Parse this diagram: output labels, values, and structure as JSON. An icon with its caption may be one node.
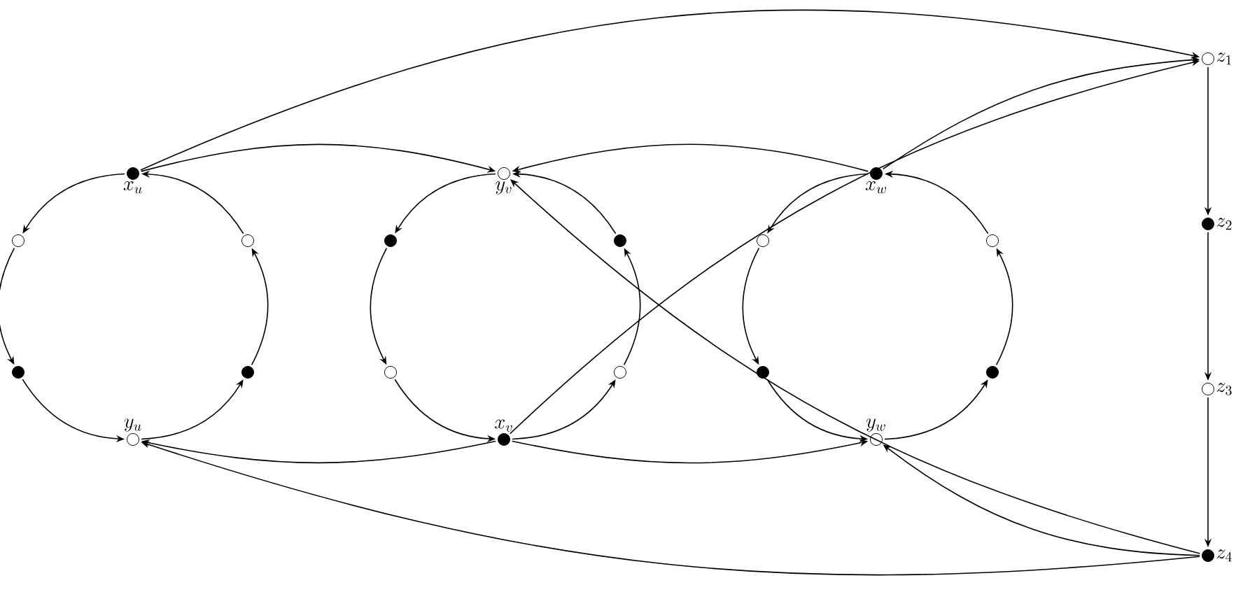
{
  "diagram": {
    "nodes": [
      {
        "text": [
          "x_u"
        ]
      },
      {
        "text": [],
        "shape": "circle"
      },
      {
        "text": [],
        "shape": "circle"
      },
      {
        "text": [],
        "shape": "circle"
      },
      {
        "text": [],
        "shape": "circle"
      },
      {
        "text": [
          "y_u"
        ]
      },
      {
        "text": [
          "y_v"
        ]
      },
      {
        "text": [],
        "shape": "circle"
      },
      {
        "text": [],
        "shape": "circle"
      },
      {
        "text": [],
        "shape": "circle"
      },
      {
        "text": [],
        "shape": "circle"
      },
      {
        "text": [
          "x_v"
        ]
      },
      {
        "text": [
          "x_w"
        ]
      },
      {
        "text": [],
        "shape": "circle"
      },
      {
        "text": [],
        "shape": "circle"
      },
      {
        "text": [],
        "shape": "circle"
      },
      {
        "text": [],
        "shape": "circle"
      },
      {
        "text": [
          "y_w"
        ]
      },
      {
        "text": [
          "z_1"
        ]
      },
      {
        "text": [
          "z_2"
        ]
      },
      {
        "text": [
          "z_3"
        ]
      },
      {
        "text": [
          "z_4"
        ]
      }
    ],
    "edges": [
      {
        "from": 0,
        "to": 1,
        "arrow": "to"
      },
      {
        "from": 1,
        "to": 3,
        "arrow": "to"
      },
      {
        "from": 3,
        "to": 5,
        "arrow": "to"
      },
      {
        "from": 5,
        "to": 4,
        "arrow": "to"
      },
      {
        "from": 4,
        "to": 2,
        "arrow": "to"
      },
      {
        "from": 2,
        "to": 0,
        "arrow": "to"
      },
      {
        "from": 6,
        "to": 7,
        "arrow": "to"
      },
      {
        "from": 7,
        "to": 9,
        "arrow": "to"
      },
      {
        "from": 9,
        "to": 11,
        "arrow": "to"
      },
      {
        "from": 11,
        "to": 10,
        "arrow": "to"
      },
      {
        "from": 10,
        "to": 8,
        "arrow": "to"
      },
      {
        "from": 8,
        "to": 6,
        "arrow": "to"
      },
      {
        "from": 12,
        "to": 13,
        "arrow": "to"
      },
      {
        "from": 13,
        "to": 15,
        "arrow": "to"
      },
      {
        "from": 15,
        "to": 17,
        "arrow": "to"
      },
      {
        "from": 17,
        "to": 16,
        "arrow": "to"
      },
      {
        "from": 16,
        "to": 14,
        "arrow": "to"
      },
      {
        "from": 14,
        "to": 12,
        "arrow": "to"
      },
      {
        "from": 18,
        "to": 19,
        "arrow": "to"
      },
      {
        "from": 19,
        "to": 20,
        "arrow": "to"
      },
      {
        "from": 20,
        "to": 21,
        "arrow": "to"
      },
      {
        "from": 0,
        "to": 18,
        "arrow": "to"
      },
      {
        "from": 0,
        "to": 6,
        "arrow": "to"
      },
      {
        "from": 11,
        "to": 18,
        "arrow": "to"
      },
      {
        "from": 12,
        "to": 18,
        "arrow": "to"
      },
      {
        "from": 12,
        "to": 6,
        "arrow": "to"
      },
      {
        "from": 11,
        "to": 5,
        "arrow": "to"
      },
      {
        "from": 11,
        "to": 17,
        "arrow": "to"
      },
      {
        "from": 21,
        "to": 5,
        "arrow": "to"
      },
      {
        "from": 21,
        "to": 17,
        "arrow": "to"
      },
      {
        "from": 21,
        "to": 6,
        "arrow": "to"
      }
    ]
  }
}
